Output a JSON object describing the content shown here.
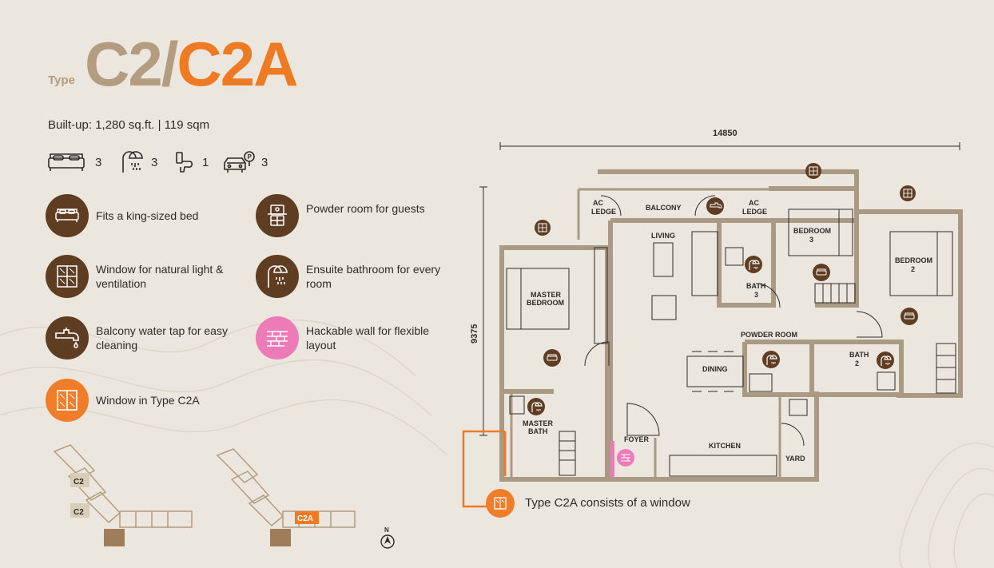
{
  "title": {
    "prefix": "Type",
    "type_a": "C2",
    "slash": "/",
    "type_b": "C2A"
  },
  "built_up": "Built-up: 1,280 sq.ft. | 119 sqm",
  "counts": [
    {
      "icon": "bed-icon",
      "value": "3"
    },
    {
      "icon": "shower-icon",
      "value": "3"
    },
    {
      "icon": "toilet-icon",
      "value": "1"
    },
    {
      "icon": "car-parking-icon",
      "value": "3"
    }
  ],
  "features": [
    {
      "icon": "king-bed-icon",
      "text": "Fits a king-sized bed"
    },
    {
      "icon": "powder-room-icon",
      "text": "Powder room for guests"
    },
    {
      "icon": "window-icon",
      "text": "Window for natural light & ventilation"
    },
    {
      "icon": "ensuite-shower-icon",
      "text": "Ensuite bathroom for every room"
    },
    {
      "icon": "water-tap-icon",
      "text": "Balcony water tap for easy cleaning"
    },
    {
      "icon": "hackable-wall-icon",
      "text": "Hackable wall for flexible layout"
    },
    {
      "icon": "window-c2a-icon",
      "text": "Window in Type C2A"
    }
  ],
  "plan": {
    "width_dim": "14850",
    "height_dim": "9375",
    "rooms": {
      "ac_ledge_1": [
        "AC",
        "LEDGE"
      ],
      "balcony": "BALCONY",
      "ac_ledge_2": [
        "AC",
        "LEDGE"
      ],
      "bedroom_3": [
        "BEDROOM",
        "3"
      ],
      "bedroom_2": [
        "BEDROOM",
        "2"
      ],
      "living": "LIVING",
      "bath_3": [
        "BATH",
        "3"
      ],
      "master_bedroom": [
        "MASTER",
        "BEDROOM"
      ],
      "powder_room": "POWDER ROOM",
      "bath_2": [
        "BATH",
        "2"
      ],
      "dining": "DINING",
      "master_bath": [
        "MASTER",
        "BATH"
      ],
      "foyer": "FOYER",
      "kitchen": "KITCHEN",
      "yard": "YARD"
    },
    "note": "Type C2A consists of a window"
  },
  "key_plan": {
    "left_labels": [
      "C2",
      "C2"
    ],
    "right_label": "C2A",
    "north": "N"
  },
  "colors": {
    "background": "#ece7de",
    "brown": "#5e3d23",
    "tan": "#b39c7f",
    "orange": "#ee7b24",
    "pink": "#ec7bb8",
    "wall": "#a89a84"
  }
}
